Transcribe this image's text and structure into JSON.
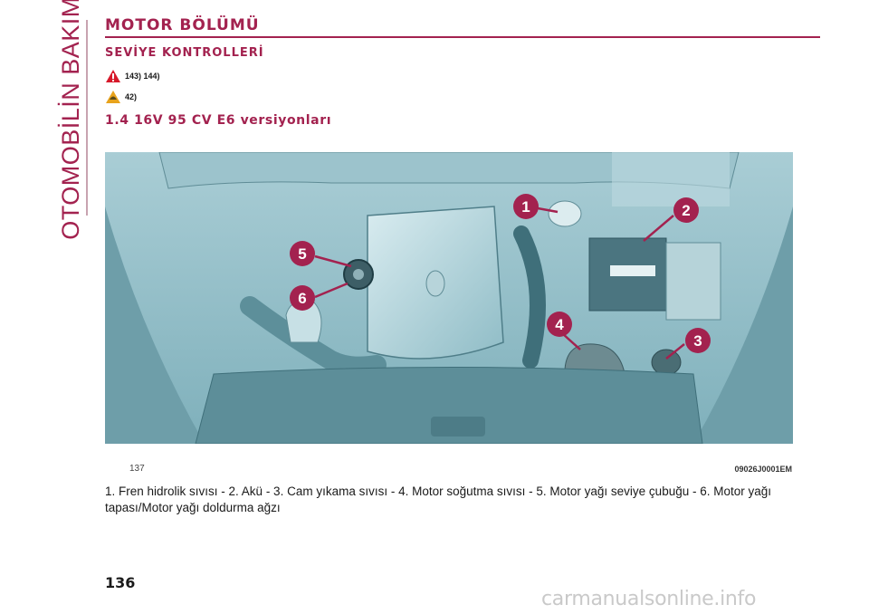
{
  "side_title": "OTOMOBİLİN BAKIMI",
  "heading": "MOTOR BÖLÜMÜ",
  "subheading": "SEVİYE KONTROLLERİ",
  "warnings": [
    {
      "icon": "danger-triangle-icon",
      "refs": "143) 144)"
    },
    {
      "icon": "environment-icon",
      "refs": "42)"
    }
  ],
  "version_heading": "1.4 16V 95 CV E6 versiyonları",
  "figure": {
    "number": "137",
    "code": "09026J0001EM",
    "callouts": [
      "1",
      "2",
      "3",
      "4",
      "5",
      "6"
    ]
  },
  "caption": "1. Fren hidrolik sıvısı - 2. Akü - 3. Cam yıkama sıvısı - 4. Motor soğutma sıvısı - 5. Motor yağı seviye çubuğu - 6. Motor yağı tapası/Motor yağı doldurma ağzı",
  "page_number": "136",
  "watermark": "carmanualsonline.info",
  "colors": {
    "accent": "#a3224f",
    "photo_tint": "#8fbcc6",
    "callout": "#a3224f"
  }
}
